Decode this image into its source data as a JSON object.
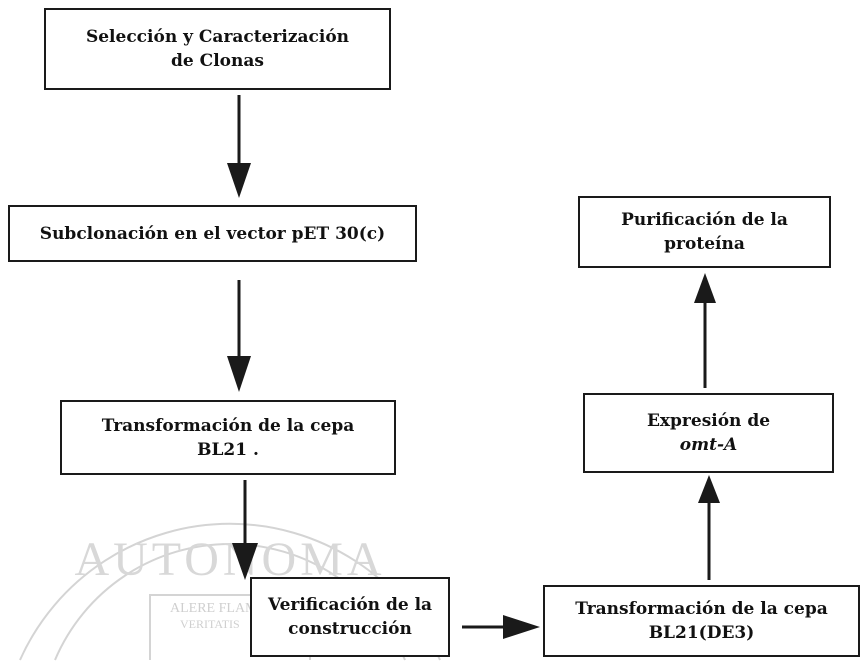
{
  "flowchart": {
    "seleccion": {
      "line1": "Selección y Caracterización",
      "line2": "de Clonas"
    },
    "subclonacion": {
      "line1": "Subclonación en el vector pET 30(c)"
    },
    "transformacion_bl21": {
      "line1": "Transformación de la cepa",
      "line2": "BL21 ."
    },
    "verificacion": {
      "line1": "Verificación de la",
      "line2": "construcción"
    },
    "transformacion_de3": {
      "line1": "Transformación de la cepa",
      "line2": "BL21(DE3)"
    },
    "expresion": {
      "line1": "Expresión de",
      "line2": "omt-A"
    },
    "purificacion": {
      "line1": "Purificación de la",
      "line2": "proteína"
    }
  },
  "watermark": {
    "text_top": "AUTONOMA",
    "text_motto1": "ALERE FLAMMAM",
    "text_motto2": "VERITATIS",
    "color": "#d8d8d8"
  },
  "colors": {
    "line": "#1a1a1a",
    "box_border": "#1a1a1a",
    "background": "#ffffff"
  }
}
